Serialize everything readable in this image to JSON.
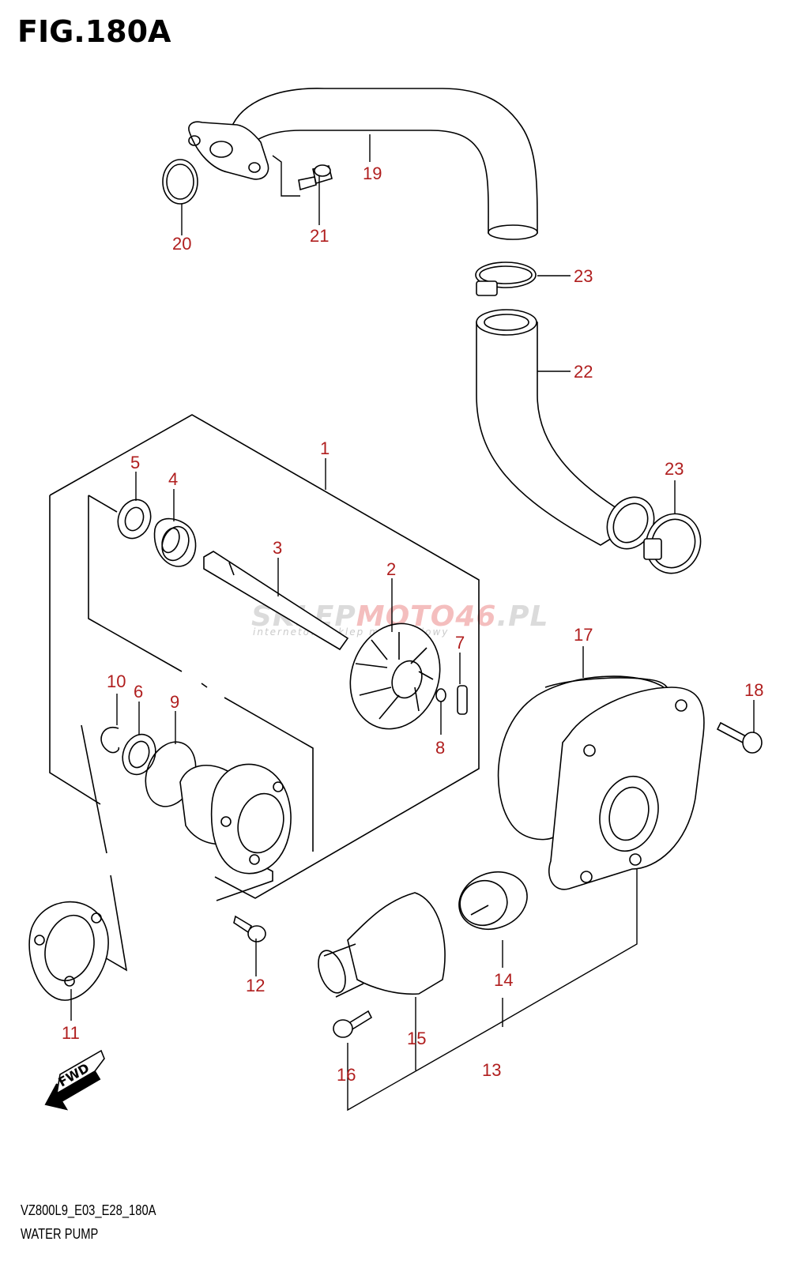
{
  "figure": {
    "title": "FIG.180A",
    "code": "VZ800L9_E03_E28_180A",
    "name": "WATER PUMP"
  },
  "watermark": {
    "brand_a": "SKLEP",
    "brand_b": "MOTO46",
    "brand_c": ".PL",
    "tagline": "internetowy sklep motocyklowy"
  },
  "direction_badge": "FWD",
  "callout_color": "#b01e1e",
  "callouts": [
    "1",
    "2",
    "3",
    "4",
    "5",
    "6",
    "7",
    "8",
    "9",
    "10",
    "11",
    "12",
    "13",
    "14",
    "15",
    "16",
    "17",
    "18",
    "19",
    "20",
    "21",
    "22",
    "23",
    "23"
  ]
}
